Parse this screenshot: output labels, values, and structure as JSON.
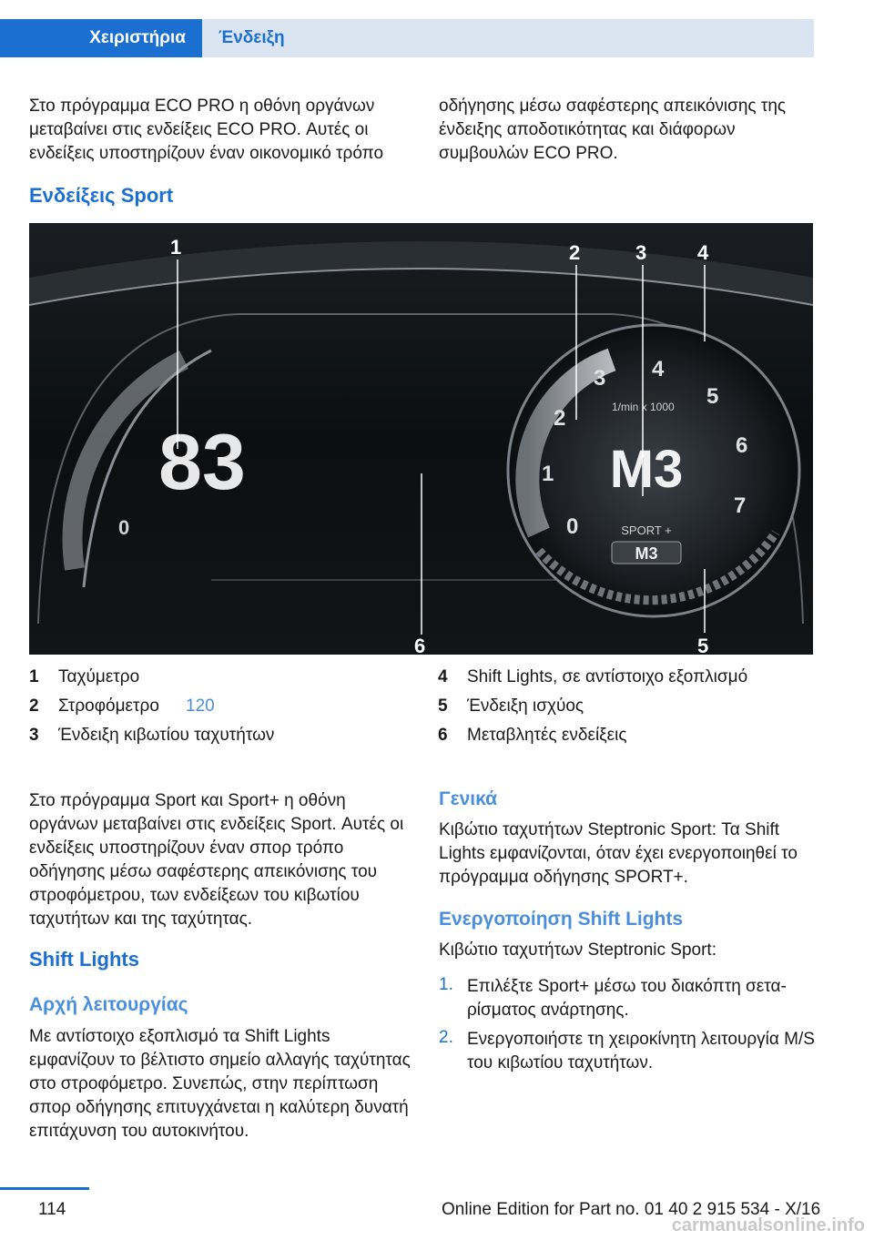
{
  "header": {
    "tab_active": "Χειριστήρια",
    "tab_current": "Ένδειξη"
  },
  "intro": {
    "left": "Στο πρόγραμμα ECO PRO η οθόνη οργάνων μεταβαίνει στις ενδείξεις ECO PRO. Αυτές οι ενδείξεις υποστηρίζουν έναν οικονομικό τρόπο",
    "right": "οδήγησης μέσω σαφέστερης απεικόνισης της ένδειξης αποδοτικότητας και διάφορων συμβουλών ECO PRO."
  },
  "section_title": "Ενδείξεις Sport",
  "figure": {
    "speed": "83",
    "speed_zero": "0",
    "gear": "M3",
    "rpm_unit": "1/min x 1000",
    "rpm_ticks": [
      "0",
      "1",
      "2",
      "3",
      "4",
      "5",
      "6",
      "7"
    ],
    "mode_label": "SPORT +",
    "mode_gear": "M3",
    "callouts": [
      "1",
      "2",
      "3",
      "4",
      "5",
      "6"
    ]
  },
  "legend": [
    {
      "num": "1",
      "text": "Ταχύμετρο",
      "ref": ""
    },
    {
      "num": "2",
      "text": "Στροφόμετρο",
      "ref": "120"
    },
    {
      "num": "3",
      "text": "Ένδειξη κιβωτίου ταχυτήτων",
      "ref": ""
    },
    {
      "num": "4",
      "text": "Shift Lights, σε αντίστοιχο εξοπλισμό",
      "ref": ""
    },
    {
      "num": "5",
      "text": "Ένδειξη ισχύος",
      "ref": ""
    },
    {
      "num": "6",
      "text": "Μεταβλητές ενδείξεις",
      "ref": ""
    }
  ],
  "sport_text": "Στο πρόγραμμα Sport και Sport+ η οθόνη οργάνων μεταβαίνει στις ενδείξεις Sport. Αυτές οι ενδείξεις υποστηρίζουν έναν σπορ τρόπο οδήγησης μέσω σαφέστερης απεικόνισης του στροφόμετρου, των ενδείξεων του κιβωτίου ταχυτήτων και της ταχύτητας.",
  "shift_lights": {
    "title": "Shift Lights",
    "principle_title": "Αρχή λειτουργίας",
    "principle_text": "Με αντίστοιχο εξοπλισμό τα Shift Lights εμφανίζουν το βέλτιστο σημείο αλλαγής ταχύτητας στο στροφόμετρο. Συνεπώς, στην περίπτωση σπορ οδήγησης επιτυγχάνεται η καλύτερη δυνατή επιτάχυνση του αυτοκινήτου.",
    "general_title": "Γενικά",
    "general_text": "Κιβώτιο ταχυτήτων Steptronic Sport: Τα Shift Lights εμφανίζονται, όταν έχει ενεργοποιηθεί το πρόγραμμα οδήγησης SPORT+.",
    "activate_title": "Ενεργοποίηση Shift Lights",
    "activate_intro": "Κιβώτιο ταχυτήτων Steptronic Sport:",
    "steps": [
      {
        "num": "1.",
        "text": "Επιλέξτε Sport+ μέσω του διακόπτη σετα-ρίσματος ανάρτησης."
      },
      {
        "num": "2.",
        "text": "Ενεργοποιήστε τη χειροκίνητη λειτουργία M/S του κιβωτίου ταχυτήτων."
      }
    ]
  },
  "footer": {
    "page": "114",
    "edition": "Online Edition for Part no. 01 40 2 915 534 - X/16",
    "watermark": "carmanualsonline.info"
  }
}
